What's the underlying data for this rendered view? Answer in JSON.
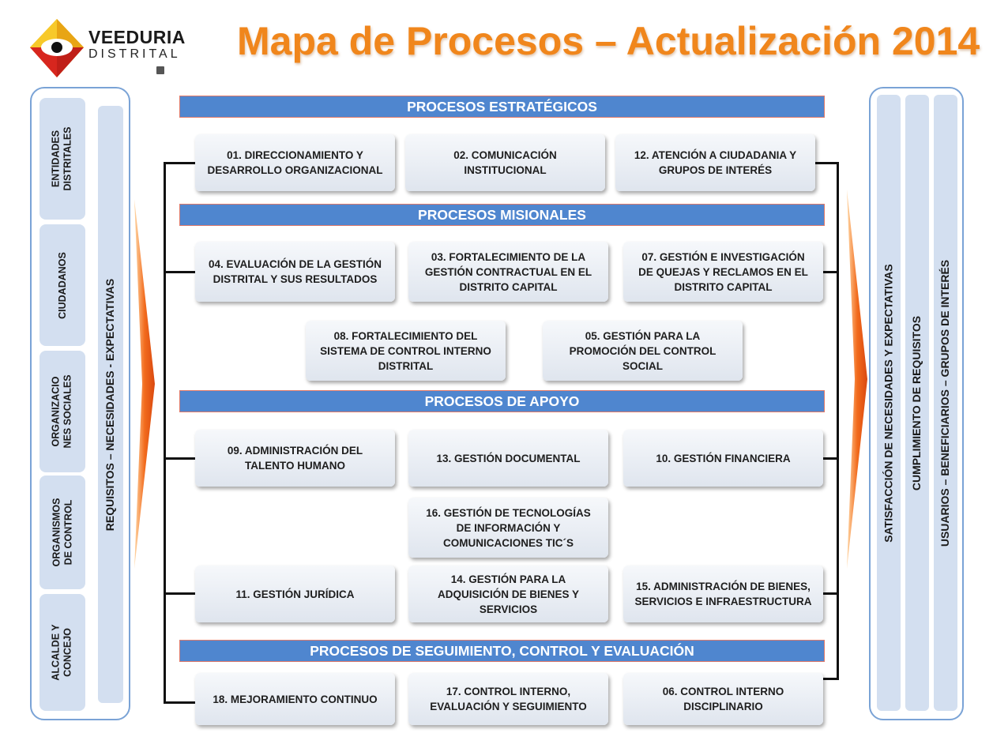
{
  "header": {
    "logo_title": "VEEDURIA",
    "logo_subtitle": "DISTRITAL",
    "title": "Mapa de Procesos – Actualización 2014"
  },
  "left_panel": {
    "stakeholders": [
      "ENTIDADES\nDISTRITALES",
      "CIUDADANOS",
      "ORGANIZACIO\nNES SOCIALES",
      "ORGANISMOS\nDE CONTROL",
      "ALCALDE Y\nCONCEJO"
    ],
    "input_label": "REQUISITOS – NECESIDADES - EXPECTATIVAS"
  },
  "right_panel": {
    "outputs": [
      "SATISFACCIÓN DE NECESIDADES Y EXPECTATIVAS",
      "CUMPLIMIENTO DE REQUISITOS",
      "USUARIOS – BENEFICIARIOS – GRUPOS DE INTERÉS"
    ]
  },
  "sections": {
    "strategic": "PROCESOS ESTRATÉGICOS",
    "missional": "PROCESOS MISIONALES",
    "support": "PROCESOS DE APOYO",
    "monitoring": "PROCESOS DE SEGUIMIENTO, CONTROL Y EVALUACIÓN"
  },
  "processes": {
    "p01": "01. DIRECCIONAMIENTO Y DESARROLLO ORGANIZACIONAL",
    "p02": "02. COMUNICACIÓN INSTITUCIONAL",
    "p12": "12. ATENCIÓN A CIUDADANIA Y GRUPOS DE INTERÉS",
    "p04": "04. EVALUACIÓN DE LA GESTIÓN DISTRITAL Y SUS RESULTADOS",
    "p03": "03. FORTALECIMIENTO DE LA GESTIÓN CONTRACTUAL EN EL DISTRITO CAPITAL",
    "p07": "07. GESTIÓN E INVESTIGACIÓN DE QUEJAS Y RECLAMOS EN EL DISTRITO CAPITAL",
    "p08": "08. FORTALECIMIENTO DEL SISTEMA DE CONTROL INTERNO DISTRITAL",
    "p05": "05. GESTIÓN PARA LA PROMOCIÓN DEL CONTROL SOCIAL",
    "p09": "09. ADMINISTRACIÓN DEL TALENTO HUMANO",
    "p13": "13. GESTIÓN DOCUMENTAL",
    "p10": "10. GESTIÓN FINANCIERA",
    "p16": "16. GESTIÓN DE TECNOLOGÍAS DE INFORMACIÓN Y COMUNICACIONES TIC´S",
    "p11": "11. GESTIÓN JURÍDICA",
    "p14": "14. GESTIÓN PARA LA ADQUISICIÓN DE BIENES Y SERVICIOS",
    "p15": "15. ADMINISTRACIÓN DE BIENES, SERVICIOS E INFRAESTRUCTURA",
    "p18": "18. MEJORAMIENTO CONTINUO",
    "p17": "17. CONTROL INTERNO, EVALUACIÓN Y SEGUIMIENTO",
    "p06": "06. CONTROL INTERNO DISCIPLINARIO"
  },
  "colors": {
    "title_orange": "#f0861c",
    "section_blue": "#4f86cf",
    "panel_border": "#7aa3d6",
    "pill_fill": "#d3dff0",
    "arrow_orange": "#f26b1d"
  }
}
